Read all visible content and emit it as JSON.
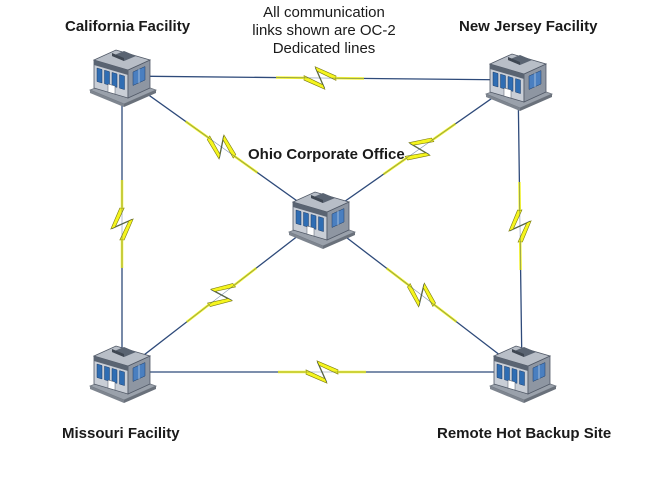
{
  "note": {
    "lines": [
      "All communication",
      "links shown are OC-2",
      "Dedicated lines"
    ]
  },
  "sites": {
    "california": {
      "label": "California Facility",
      "icon": "building-icon"
    },
    "new_jersey": {
      "label": "New Jersey Facility",
      "icon": "building-icon"
    },
    "ohio": {
      "label": "Ohio Corporate Office",
      "icon": "building-icon"
    },
    "missouri": {
      "label": "Missouri Facility",
      "icon": "building-icon"
    },
    "backup": {
      "label": "Remote Hot Backup Site",
      "icon": "building-icon"
    }
  },
  "links": [
    {
      "from": "california",
      "to": "new_jersey"
    },
    {
      "from": "california",
      "to": "missouri"
    },
    {
      "from": "california",
      "to": "ohio"
    },
    {
      "from": "new_jersey",
      "to": "ohio"
    },
    {
      "from": "new_jersey",
      "to": "backup"
    },
    {
      "from": "missouri",
      "to": "ohio"
    },
    {
      "from": "missouri",
      "to": "backup"
    },
    {
      "from": "ohio",
      "to": "backup"
    }
  ],
  "colors": {
    "link_line": "#2e4a7a",
    "bolt_fill": "#f5f51e",
    "bolt_stroke": "#7a7a10",
    "building_front": "#c9ced6",
    "building_dark": "#5a6472",
    "building_window": "#2f6db3",
    "building_base": "#9aa1ab"
  }
}
